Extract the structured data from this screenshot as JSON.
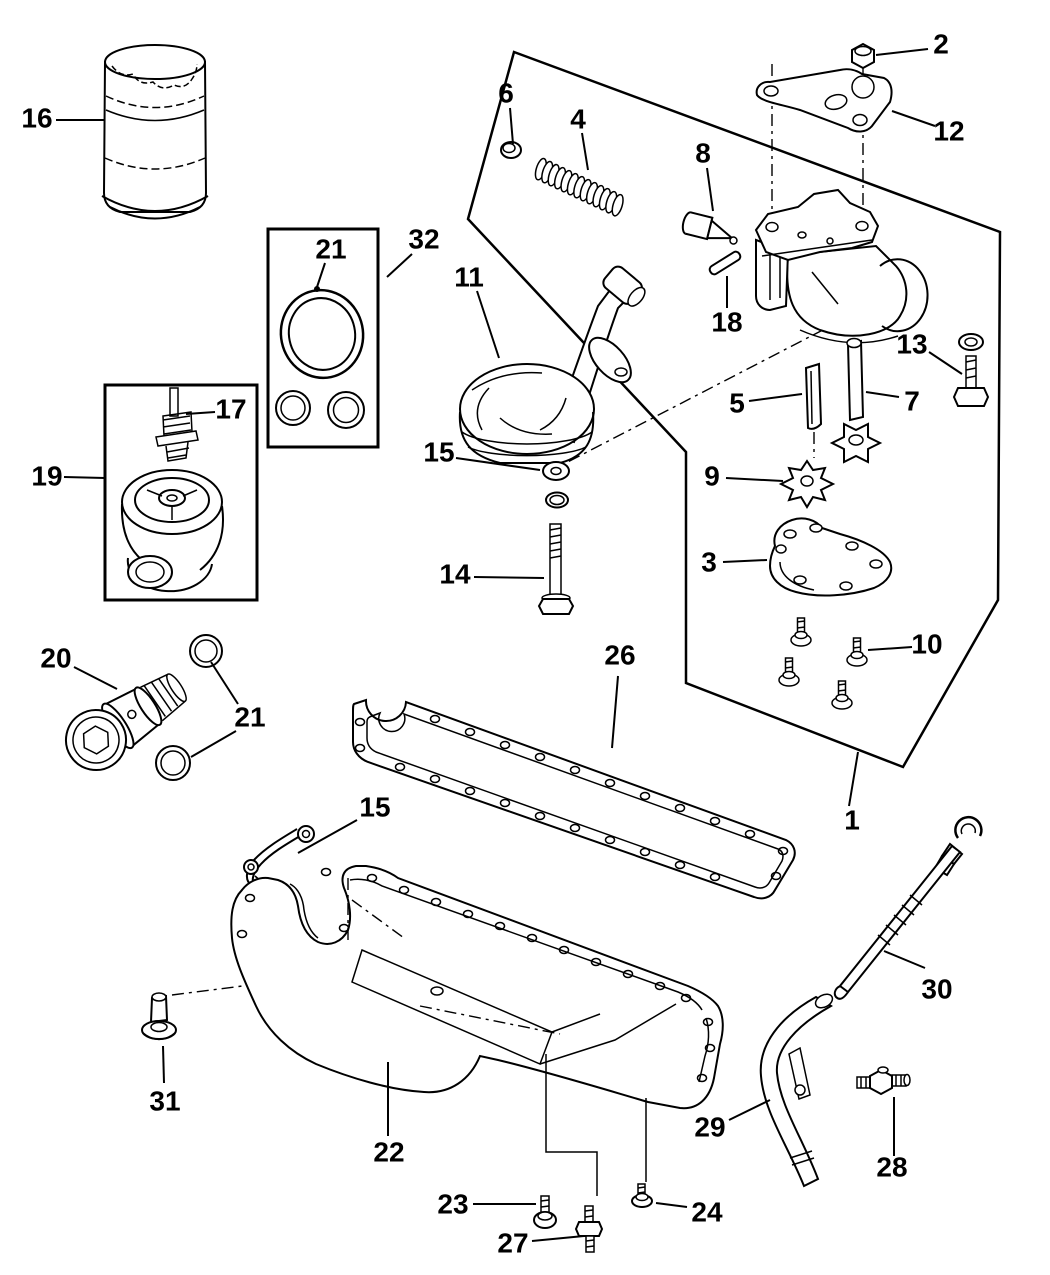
{
  "figure": {
    "colors": {
      "line": "#000000",
      "background": "#ffffff"
    }
  },
  "callouts": {
    "n1": "1",
    "n2": "2",
    "n3": "3",
    "n4": "4",
    "n5": "5",
    "n6": "6",
    "n7": "7",
    "n8": "8",
    "n9": "9",
    "n10": "10",
    "n11": "11",
    "n12": "12",
    "n13": "13",
    "n14": "14",
    "n15_washer": "15",
    "n15_clip": "15",
    "n16": "16",
    "n17": "17",
    "n18": "18",
    "n19": "19",
    "n20": "20",
    "n21_kit": "21",
    "n21_orings": "21",
    "n22": "22",
    "n23": "23",
    "n24": "24",
    "n26": "26",
    "n27": "27",
    "n28": "28",
    "n29": "29",
    "n30": "30",
    "n31": "31",
    "n32": "32"
  }
}
